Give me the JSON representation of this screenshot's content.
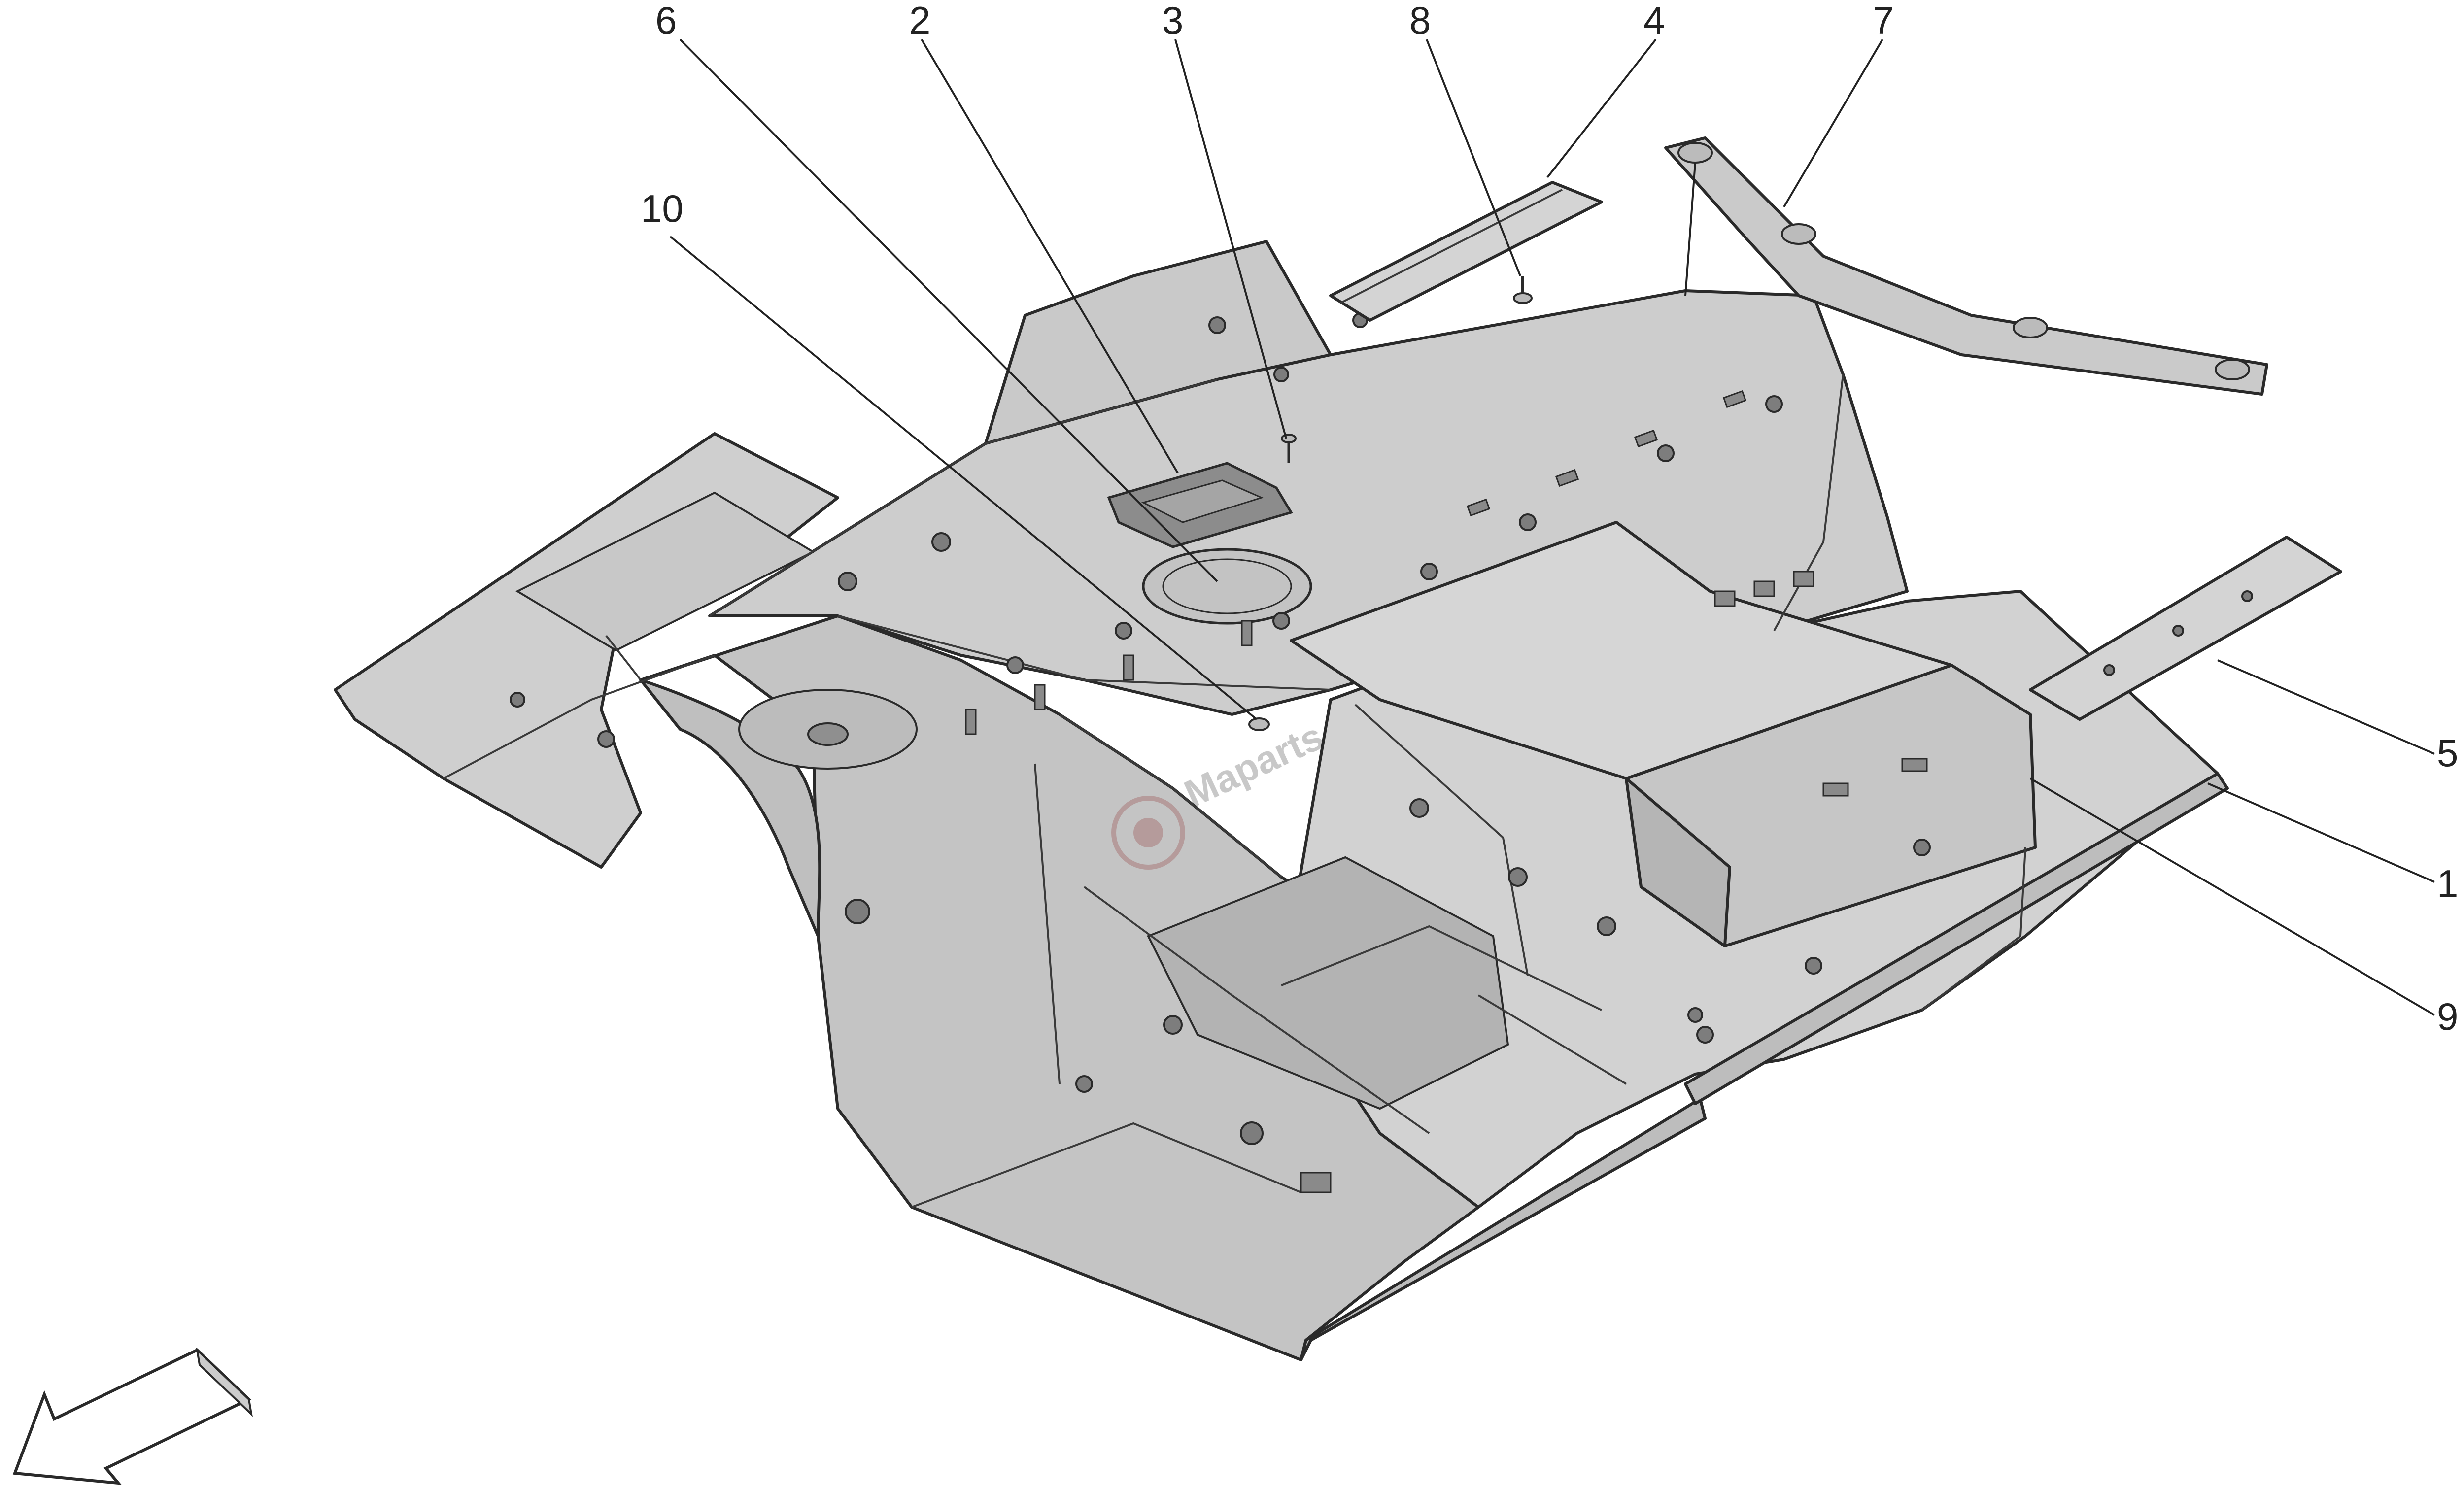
{
  "callouts": [
    {
      "id": "c1",
      "label": "1"
    },
    {
      "id": "c2",
      "label": "2"
    },
    {
      "id": "c3",
      "label": "3"
    },
    {
      "id": "c4",
      "label": "4"
    },
    {
      "id": "c5",
      "label": "5"
    },
    {
      "id": "c6",
      "label": "6"
    },
    {
      "id": "c7",
      "label": "7"
    },
    {
      "id": "c8",
      "label": "8"
    },
    {
      "id": "c9",
      "label": "9"
    },
    {
      "id": "c10",
      "label": "10"
    }
  ],
  "colors": {
    "panel_fill": "#cfcfcf",
    "panel_shade": "#b9b9b9",
    "panel_dark": "#9c9c9c",
    "outline": "#2a2a2a",
    "background": "#ffffff"
  },
  "watermark": "Maparts"
}
